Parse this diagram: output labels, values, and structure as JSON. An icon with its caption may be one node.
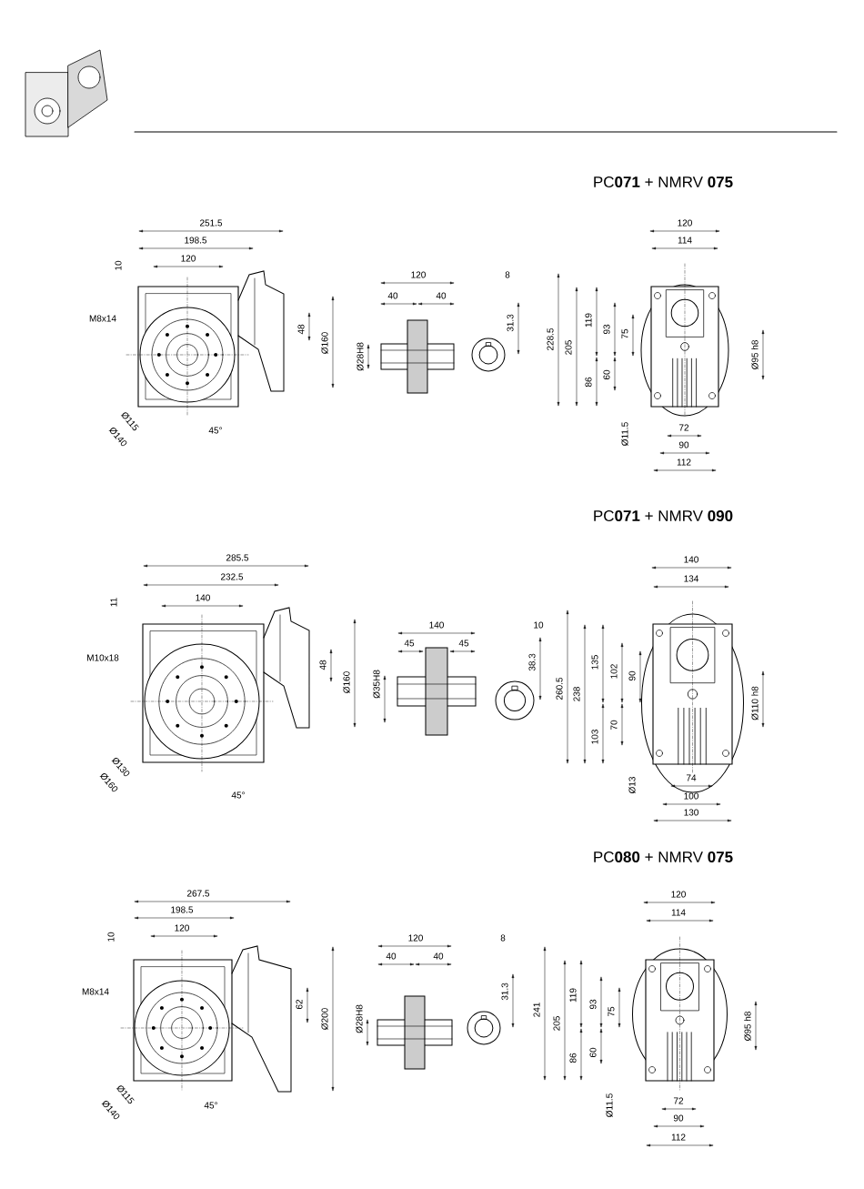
{
  "diagram": {
    "labels": [
      "PC**071** + NMRV **075**",
      "251.5",
      "198.5",
      "120",
      "10",
      "M8x14",
      "48",
      "Ø160",
      "Ø115",
      "Ø140",
      "45°",
      "120",
      "40",
      "40",
      "8",
      "Ø28H8",
      "31.3",
      "120",
      "114",
      "228.5",
      "205",
      "119",
      "93",
      "75",
      "86",
      "60",
      "Ø95 h8",
      "Ø11.5",
      "72",
      "90",
      "112",
      "PC**071** + NMRV **090**",
      "285.5",
      "232.5",
      "140",
      "11",
      "M10x18",
      "48",
      "Ø160",
      "Ø130",
      "Ø160",
      "45°",
      "140",
      "45",
      "45",
      "10",
      "Ø35H8",
      "38.3",
      "140",
      "134",
      "260.5",
      "238",
      "135",
      "102",
      "90",
      "103",
      "70",
      "Ø110 h8",
      "Ø13",
      "74",
      "100",
      "130",
      "PC**080** + NMRV **075**",
      "267.5",
      "198.5",
      "120",
      "10",
      "M8x14",
      "62",
      "Ø200",
      "Ø115",
      "Ø140",
      "45°",
      "120",
      "40",
      "40",
      "8",
      "Ø28H8",
      "31.3",
      "120",
      "114",
      "241",
      "205",
      "119",
      "93",
      "75",
      "86",
      "60",
      "Ø95 h8",
      "Ø11.5",
      "72",
      "90",
      "112"
    ]
  }
}
